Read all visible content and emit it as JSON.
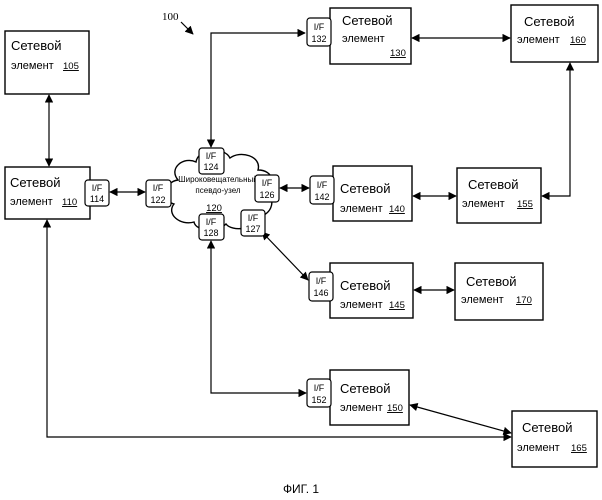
{
  "figure": {
    "ref": "100",
    "caption": "ФИГ. 1"
  },
  "elements": [
    {
      "id": "105",
      "line1": "Сетевой",
      "line2": "элемент",
      "num": "105"
    },
    {
      "id": "110",
      "line1": "Сетевой",
      "line2": "элемент",
      "num": "110"
    },
    {
      "id": "130",
      "line1": "Сетевой",
      "line2": "элемент",
      "num": "130"
    },
    {
      "id": "160",
      "line1": "Сетевой",
      "line2": "элемент",
      "num": "160"
    },
    {
      "id": "140",
      "line1": "Сетевой",
      "line2": "элемент",
      "num": "140"
    },
    {
      "id": "155",
      "line1": "Сетевой",
      "line2": "элемент",
      "num": "155"
    },
    {
      "id": "145",
      "line1": "Сетевой",
      "line2": "элемент",
      "num": "145"
    },
    {
      "id": "170",
      "line1": "Сетевой",
      "line2": "элемент",
      "num": "170"
    },
    {
      "id": "150",
      "line1": "Сетевой",
      "line2": "элемент",
      "num": "150"
    },
    {
      "id": "165",
      "line1": "Сетевой",
      "line2": "элемент",
      "num": "165"
    }
  ],
  "interfaces": [
    {
      "label": "I/F",
      "num": "114"
    },
    {
      "label": "I/F",
      "num": "122"
    },
    {
      "label": "I/F",
      "num": "124"
    },
    {
      "label": "I/F",
      "num": "126"
    },
    {
      "label": "I/F",
      "num": "127"
    },
    {
      "label": "I/F",
      "num": "128"
    },
    {
      "label": "I/F",
      "num": "132"
    },
    {
      "label": "I/F",
      "num": "142"
    },
    {
      "label": "I/F",
      "num": "146"
    },
    {
      "label": "I/F",
      "num": "152"
    }
  ],
  "hub": {
    "line1": "Широковещательный",
    "line2": "псевдо-узел",
    "num": "120"
  }
}
